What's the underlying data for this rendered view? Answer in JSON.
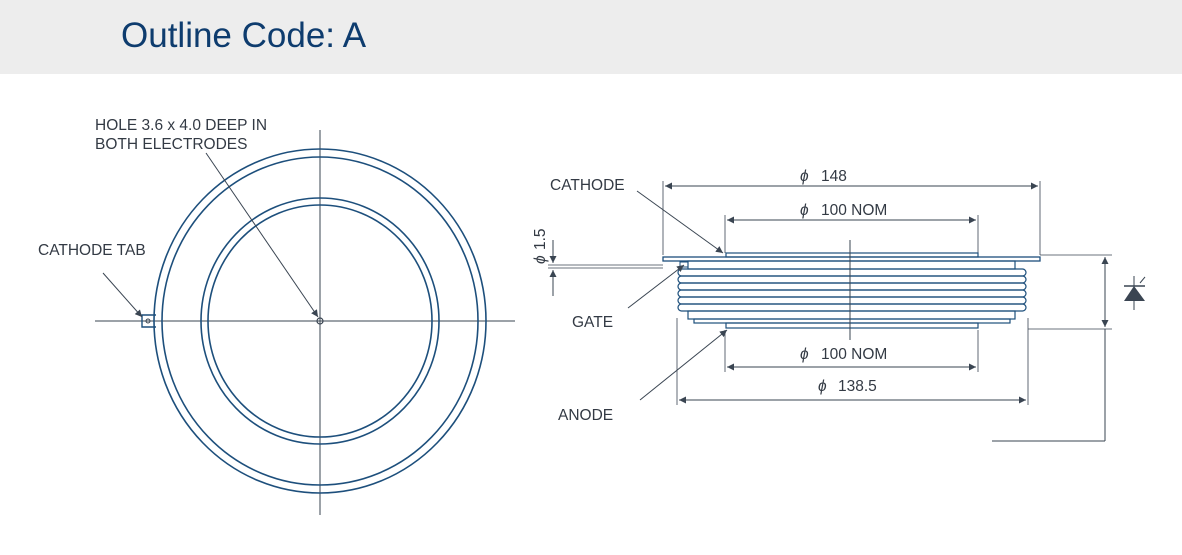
{
  "header": {
    "title": "Outline Code: A"
  },
  "top_view": {
    "hole_note_line1": "HOLE 3.6 x 4.0 DEEP IN",
    "hole_note_line2": "BOTH ELECTRODES",
    "cathode_tab_label": "CATHODE TAB"
  },
  "side_view": {
    "cathode_label": "CATHODE",
    "gate_label": "GATE",
    "anode_label": "ANODE",
    "phi_symbol": "ϕ",
    "dim_148": "148",
    "dim_100_top": "100 NOM",
    "dim_100_bottom": "100 NOM",
    "dim_138_5": "138.5",
    "dim_1_5": "1.5"
  },
  "colors": {
    "header_text": "#0e3c6e",
    "outline": "#1d4f7c",
    "lines": "#3a4552",
    "header_bg": "#ededed"
  },
  "icons": {
    "symbol": "diode-icon"
  }
}
